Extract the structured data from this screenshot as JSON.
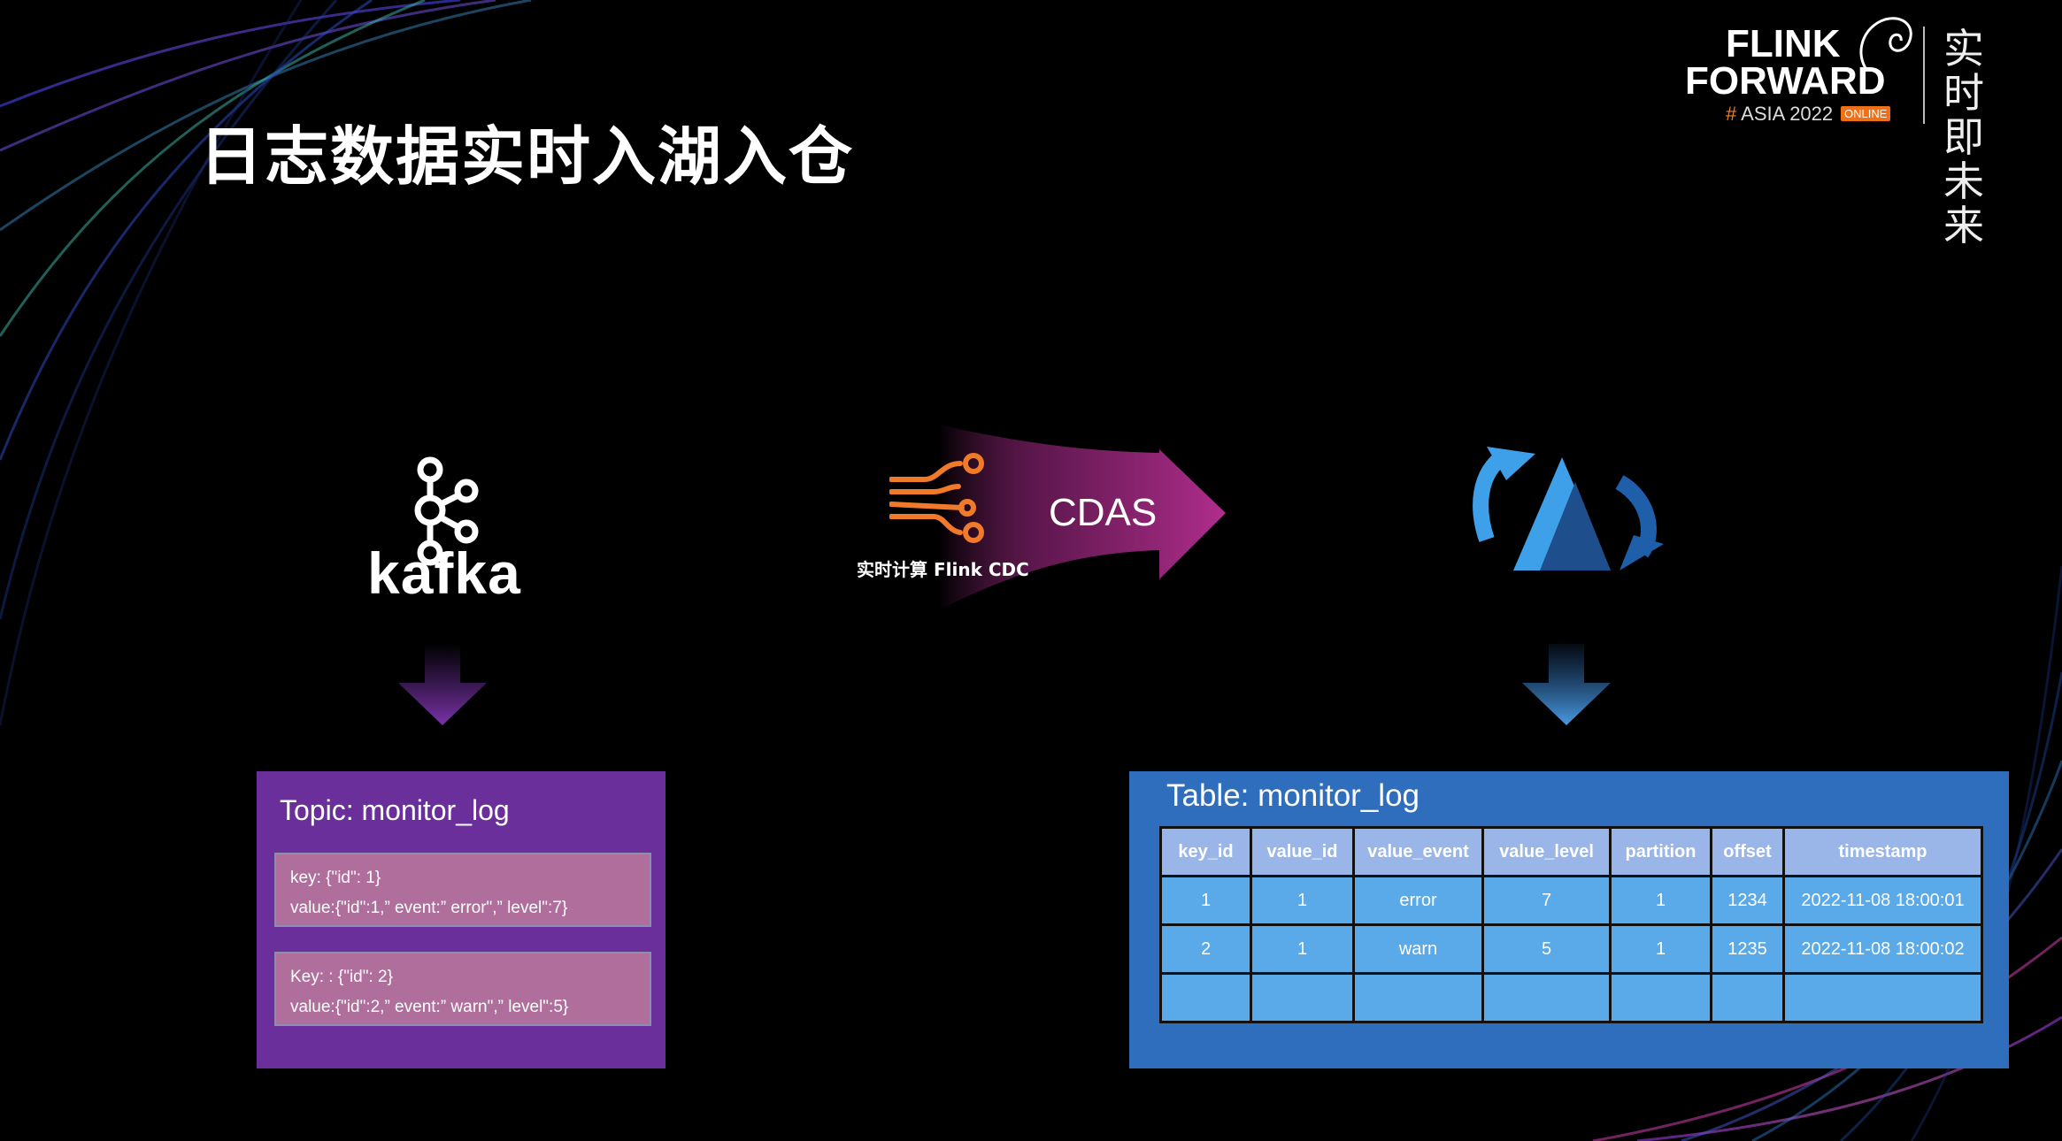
{
  "title": "日志数据实时入湖入仓",
  "logo": {
    "line1": "FLINK",
    "line2": "FORWARD",
    "hash": "#",
    "line3": "ASIA 2022",
    "badge": "ONLINE",
    "cn_line1": "实时即",
    "cn_line2": "未来"
  },
  "kafka": {
    "label": "kafka"
  },
  "pipeline": {
    "arrow_label": "CDAS",
    "engine_label": "实时计算 Flink CDC"
  },
  "topic": {
    "title": "Topic: monitor_log",
    "messages": [
      {
        "key": "key: {\"id\": 1}",
        "value": "value:{\"id\":1,” event:” error\",” level\":7}"
      },
      {
        "key": "Key: : {\"id\": 2}",
        "value": "value:{\"id\":2,” event:” warn\",” level\":5}"
      }
    ]
  },
  "table": {
    "title": "Table: monitor_log",
    "headers": [
      "key_id",
      "value_id",
      "value_event",
      "value_level",
      "partition",
      "offset",
      "timestamp"
    ],
    "rows": [
      [
        "1",
        "1",
        "error",
        "7",
        "1",
        "1234",
        "2022-11-08 18:00:01"
      ],
      [
        "2",
        "1",
        "warn",
        "5",
        "1",
        "1235",
        "2022-11-08 18:00:02"
      ],
      [
        "",
        "",
        "",
        "",
        "",
        "",
        ""
      ]
    ]
  },
  "colors": {
    "topic_box": "#6a2f9b",
    "message_box": "#b06e9c",
    "table_box": "#2f6ebd",
    "table_header": "#9ab6e8",
    "table_cell": "#5aa9e8",
    "cdas_arrow": "#a02c84",
    "flink_cdc_icon": "#f07a2a"
  },
  "icons": [
    "kafka-icon",
    "flink-cdc-icon",
    "delta-lake-icon",
    "down-arrow-icon",
    "squirrel-icon"
  ]
}
